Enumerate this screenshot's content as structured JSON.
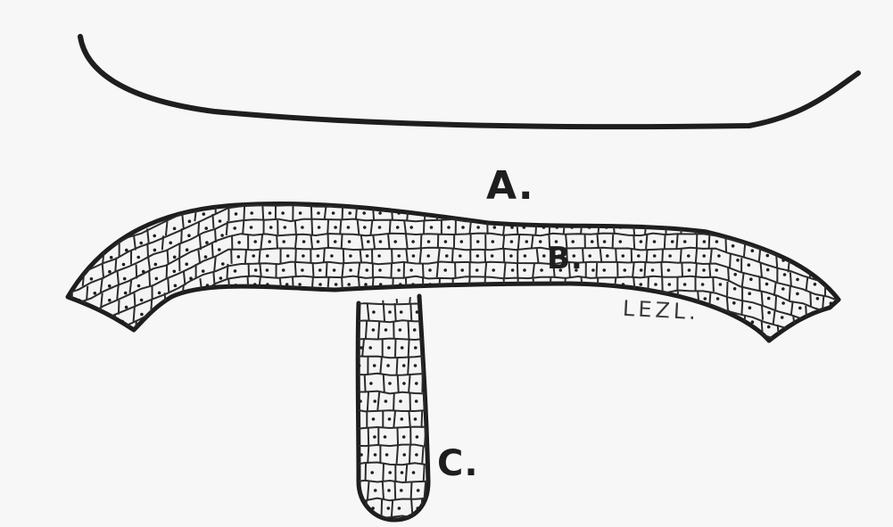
{
  "labels": {
    "a": "A.",
    "b": "B.",
    "c": "C."
  },
  "signature": "LEZL.",
  "colors": {
    "paper": "#f7f7f7",
    "ink": "#1e1e1e",
    "cell_ink": "#2b2b2b"
  }
}
